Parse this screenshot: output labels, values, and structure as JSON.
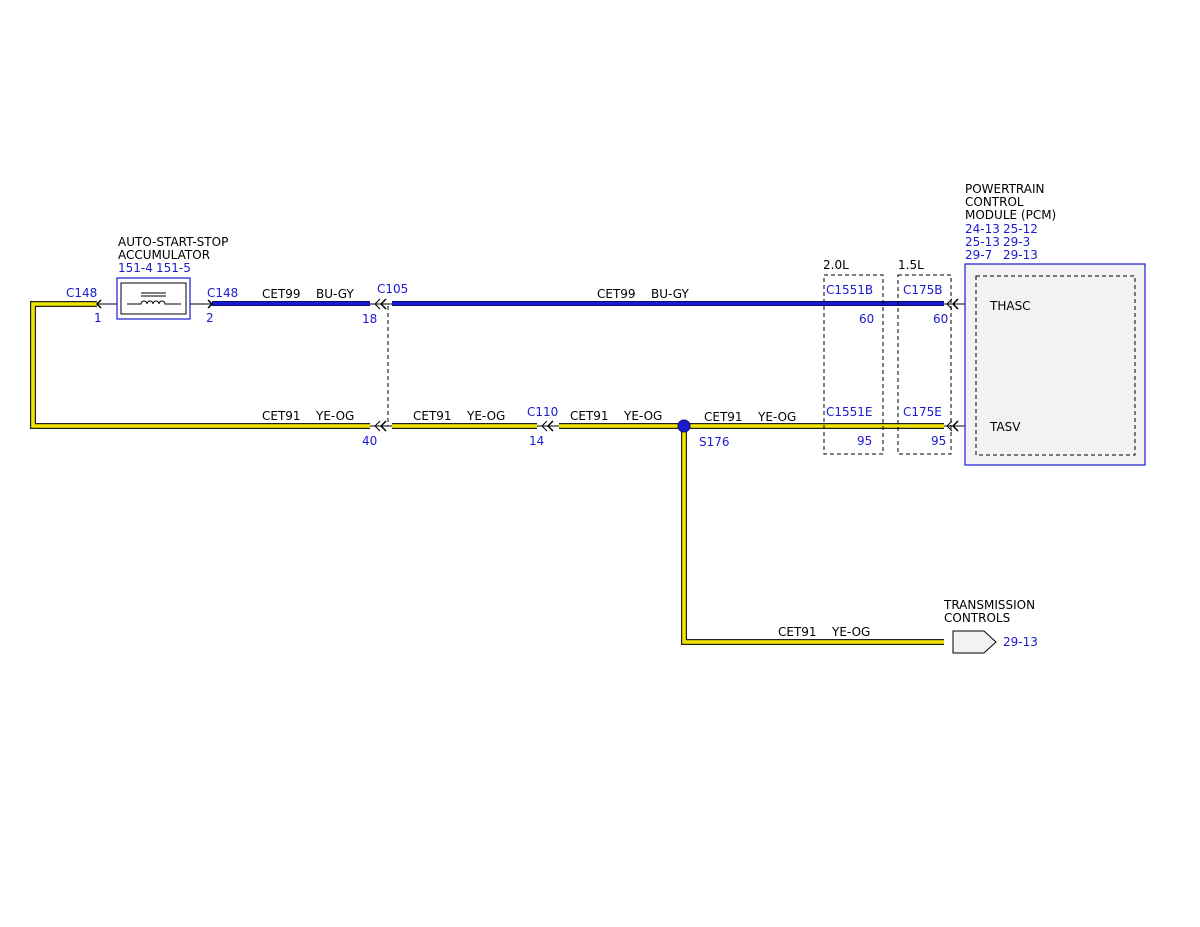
{
  "components": {
    "accumulator": {
      "name_line1": "AUTO-START-STOP",
      "name_line2": "ACCUMULATOR",
      "ref1": "151-4",
      "ref2": "151-5"
    },
    "pcm": {
      "name_line1": "POWERTRAIN",
      "name_line2": "CONTROL",
      "name_line3": "MODULE (PCM)",
      "refs": [
        "24-13",
        "25-12",
        "25-13",
        "29-3",
        "29-7",
        "29-13"
      ],
      "pin_thasc": "THASC",
      "pin_tasv": "TASV"
    },
    "transmission": {
      "name_line1": "TRANSMISSION",
      "name_line2": "CONTROLS",
      "ref": "29-13"
    }
  },
  "connectors": {
    "c148_left": {
      "name": "C148",
      "pin": "1"
    },
    "c148_right": {
      "name": "C148",
      "pin": "2"
    },
    "c105": {
      "name": "C105",
      "pin_top": "18",
      "pin_bottom": "40"
    },
    "c110": {
      "name": "C110",
      "pin": "14"
    },
    "c1551b": {
      "name": "C1551B",
      "pin": "60"
    },
    "c1551e": {
      "name": "C1551E",
      "pin": "95"
    },
    "c175b": {
      "name": "C175B",
      "pin": "60"
    },
    "c175e": {
      "name": "C175E",
      "pin": "95"
    },
    "splice": {
      "name": "S176"
    }
  },
  "variants": {
    "engine_20": "2.0L",
    "engine_15": "1.5L"
  },
  "wires": {
    "cet99": {
      "circuit": "CET99",
      "color": "BU-GY"
    },
    "cet91": {
      "circuit": "CET91",
      "color": "YE-OG"
    }
  },
  "colors": {
    "blue_wire": "#1a1ad0",
    "yellow_wire": "#f2e600",
    "label_blue": "#1a1ad0",
    "pcm_fill": "#f2f2f2"
  }
}
